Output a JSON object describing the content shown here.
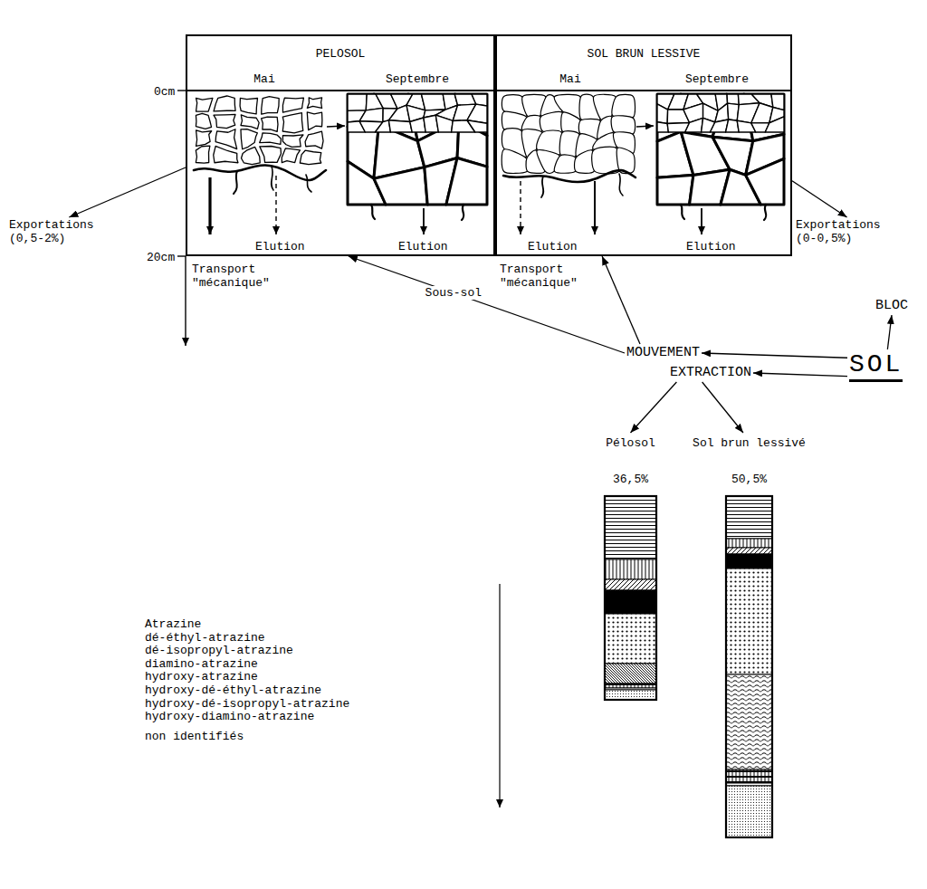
{
  "diagram": {
    "nodes": [
      {
        "text": [
          "PELOSOL"
        ]
      },
      {
        "text": [
          "Mai",
          "Elution"
        ],
        "in": 0
      },
      {
        "text": [
          "Septembre",
          "Elution"
        ],
        "in": 0
      },
      {
        "text": [
          "SOL BRUN LESSIVE"
        ]
      },
      {
        "text": [
          "Mai",
          "Elution"
        ],
        "in": 3
      },
      {
        "text": [
          "Septembre",
          "Elution"
        ],
        "in": 3
      },
      {
        "text": [
          "Exportations",
          "(0,5-2%)"
        ]
      },
      {
        "text": [
          "Exportations",
          "(0-0,5%)"
        ]
      },
      {
        "text": [
          "MOUVEMENT"
        ]
      },
      {
        "text": [
          "BLOC"
        ]
      },
      {
        "text": [
          "EXTRACTION"
        ]
      },
      {
        "text": [
          "SOL"
        ]
      },
      {
        "text": [
          "Pélosol",
          "36,5%"
        ]
      },
      {
        "text": [
          "Sol brun lessivé",
          "50,5%"
        ]
      }
    ],
    "edges": [
      {
        "from": 11,
        "to": 8,
        "arrow": "to"
      },
      {
        "from": 11,
        "to": 9,
        "arrow": "to"
      },
      {
        "from": 11,
        "to": 10,
        "arrow": "to"
      },
      {
        "from": 8,
        "to": 3,
        "arrow": "to"
      },
      {
        "from": 8,
        "to": 0,
        "label": "Sous-sol",
        "arrow": "to"
      },
      {
        "from": 10,
        "to": 12,
        "arrow": "to"
      },
      {
        "from": 10,
        "to": 13,
        "arrow": "to"
      },
      {
        "from": 0,
        "to": 6,
        "arrow": "to"
      },
      {
        "from": 3,
        "to": 7,
        "arrow": "to"
      }
    ],
    "labels": [
      "0cm",
      "20cm",
      "Transport \"mécanique\"",
      "Transport \"mécanique\""
    ],
    "legend": [
      {
        "text": "Atrazine"
      },
      {
        "text": "dé-éthyl-atrazine"
      },
      {
        "text": "dé-isopropyl-atrazine"
      },
      {
        "text": "diamino-atrazine"
      },
      {
        "text": "hydroxy-atrazine"
      },
      {
        "text": "hydroxy-dé-éthyl-atrazine"
      },
      {
        "text": "hydroxy-dé-isopropyl-atrazine"
      },
      {
        "text": "hydroxy-diamino-atrazine"
      },
      {
        "text": "non identifiés"
      }
    ]
  }
}
